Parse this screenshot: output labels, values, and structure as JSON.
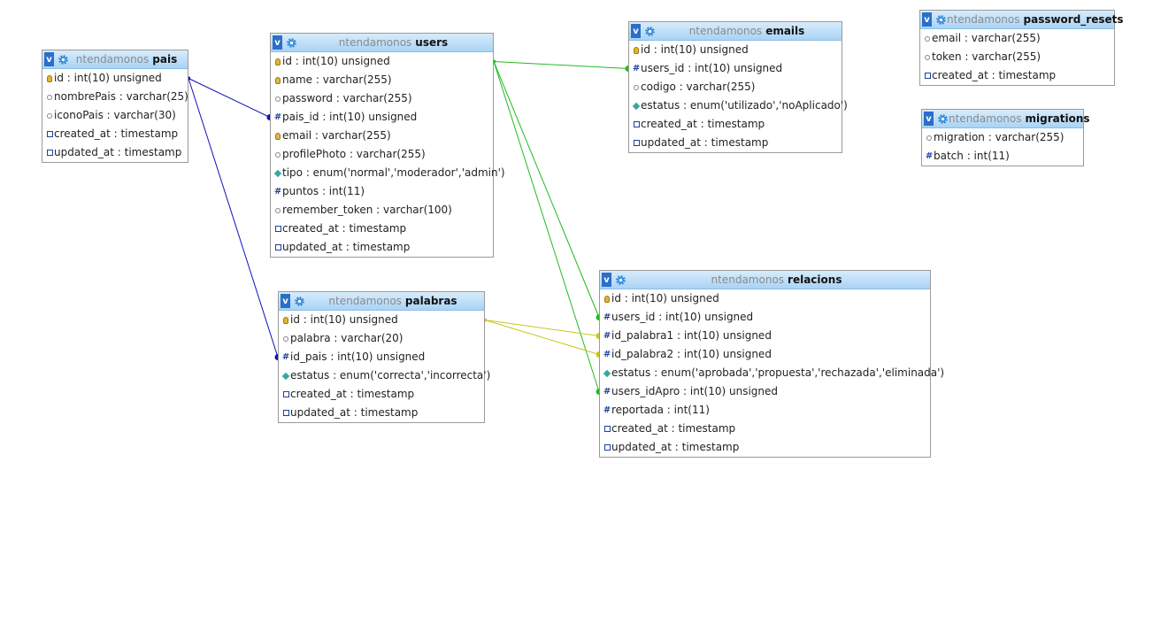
{
  "db": "ntendamonos",
  "tables": {
    "pais": {
      "name": "pais",
      "columns": [
        {
          "icon": "primary-key-icon",
          "text": "id : int(10) unsigned"
        },
        {
          "icon": "text-column-icon",
          "text": "nombrePais : varchar(25)"
        },
        {
          "icon": "text-column-icon",
          "text": "iconoPais : varchar(30)"
        },
        {
          "icon": "timestamp-column-icon",
          "text": "created_at : timestamp"
        },
        {
          "icon": "timestamp-column-icon",
          "text": "updated_at : timestamp"
        }
      ]
    },
    "users": {
      "name": "users",
      "columns": [
        {
          "icon": "primary-key-icon",
          "text": "id : int(10) unsigned"
        },
        {
          "icon": "key-column-icon",
          "text": "name : varchar(255)"
        },
        {
          "icon": "text-column-icon",
          "text": "password : varchar(255)"
        },
        {
          "icon": "numeric-column-icon",
          "text": "pais_id : int(10) unsigned"
        },
        {
          "icon": "key-column-icon",
          "text": "email : varchar(255)"
        },
        {
          "icon": "text-column-icon",
          "text": "profilePhoto : varchar(255)"
        },
        {
          "icon": "enum-column-icon",
          "text": "tipo : enum('normal','moderador','admin')"
        },
        {
          "icon": "numeric-column-icon",
          "text": "puntos : int(11)"
        },
        {
          "icon": "text-column-icon",
          "text": "remember_token : varchar(100)"
        },
        {
          "icon": "timestamp-column-icon",
          "text": "created_at : timestamp"
        },
        {
          "icon": "timestamp-column-icon",
          "text": "updated_at : timestamp"
        }
      ]
    },
    "emails": {
      "name": "emails",
      "columns": [
        {
          "icon": "primary-key-icon",
          "text": "id : int(10) unsigned"
        },
        {
          "icon": "numeric-column-icon",
          "text": "users_id : int(10) unsigned"
        },
        {
          "icon": "text-column-icon",
          "text": "codigo : varchar(255)"
        },
        {
          "icon": "enum-column-icon",
          "text": "estatus : enum('utilizado','noAplicado')"
        },
        {
          "icon": "timestamp-column-icon",
          "text": "created_at : timestamp"
        },
        {
          "icon": "timestamp-column-icon",
          "text": "updated_at : timestamp"
        }
      ]
    },
    "password_resets": {
      "name": "password_resets",
      "columns": [
        {
          "icon": "text-column-icon",
          "text": "email : varchar(255)"
        },
        {
          "icon": "text-column-icon",
          "text": "token : varchar(255)"
        },
        {
          "icon": "timestamp-column-icon",
          "text": "created_at : timestamp"
        }
      ]
    },
    "migrations": {
      "name": "migrations",
      "columns": [
        {
          "icon": "text-column-icon",
          "text": "migration : varchar(255)"
        },
        {
          "icon": "numeric-column-icon",
          "text": "batch : int(11)"
        }
      ]
    },
    "palabras": {
      "name": "palabras",
      "columns": [
        {
          "icon": "primary-key-icon",
          "text": "id : int(10) unsigned"
        },
        {
          "icon": "text-column-icon",
          "text": "palabra : varchar(20)"
        },
        {
          "icon": "numeric-column-icon",
          "text": "id_pais : int(10) unsigned"
        },
        {
          "icon": "enum-column-icon",
          "text": "estatus : enum('correcta','incorrecta')"
        },
        {
          "icon": "timestamp-column-icon",
          "text": "created_at : timestamp"
        },
        {
          "icon": "timestamp-column-icon",
          "text": "updated_at : timestamp"
        }
      ]
    },
    "relacions": {
      "name": "relacions",
      "columns": [
        {
          "icon": "primary-key-icon",
          "text": "id : int(10) unsigned"
        },
        {
          "icon": "numeric-column-icon",
          "text": "users_id : int(10) unsigned"
        },
        {
          "icon": "numeric-column-icon",
          "text": "id_palabra1 : int(10) unsigned"
        },
        {
          "icon": "numeric-column-icon",
          "text": "id_palabra2 : int(10) unsigned"
        },
        {
          "icon": "enum-column-icon",
          "text": "estatus : enum('aprobada','propuesta','rechazada','eliminada')"
        },
        {
          "icon": "numeric-column-icon",
          "text": "users_idApro : int(10) unsigned"
        },
        {
          "icon": "numeric-column-icon",
          "text": "reportada : int(11)"
        },
        {
          "icon": "timestamp-column-icon",
          "text": "created_at : timestamp"
        },
        {
          "icon": "timestamp-column-icon",
          "text": "updated_at : timestamp"
        }
      ]
    }
  },
  "relations": [
    {
      "from": "pais.id",
      "to": "users.pais_id",
      "color": "#1010b8"
    },
    {
      "from": "pais.id",
      "to": "palabras.id_pais",
      "color": "#1010b8"
    },
    {
      "from": "users.id",
      "to": "emails.users_id",
      "color": "#22bb22"
    },
    {
      "from": "users.id",
      "to": "relacions.users_id",
      "color": "#22bb22"
    },
    {
      "from": "users.id",
      "to": "relacions.users_idApro",
      "color": "#22bb22"
    },
    {
      "from": "palabras.id",
      "to": "relacions.id_palabra1",
      "color": "#c8c820"
    },
    {
      "from": "palabras.id",
      "to": "relacions.id_palabra2",
      "color": "#c8c820"
    }
  ],
  "colors": {
    "header_top": "#d8ecfb",
    "header_bottom": "#a9d3f5",
    "toggle": "#2a6fc9"
  }
}
